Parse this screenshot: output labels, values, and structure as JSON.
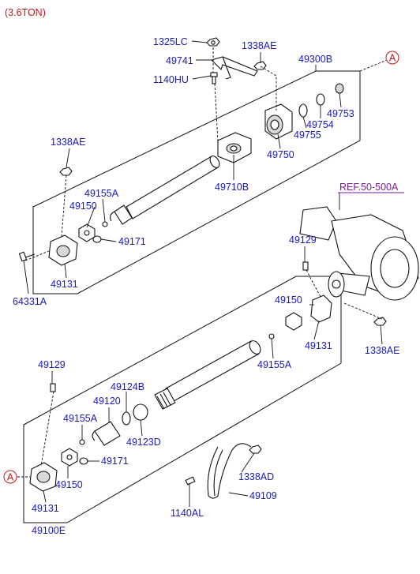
{
  "header": {
    "model_note": "(3.6TON)"
  },
  "reference": {
    "label": "REF.50-500A"
  },
  "connector": {
    "marker": "A"
  },
  "labels": {
    "p1325LC": "1325LC",
    "p49741": "49741",
    "p1140HU": "1140HU",
    "p1338AE_top": "1338AE",
    "p49300B": "49300B",
    "p49753": "49753",
    "p49754": "49754",
    "p49755": "49755",
    "p49750": "49750",
    "p1338AE_left": "1338AE",
    "p49710B": "49710B",
    "p49155A_top": "49155A",
    "p49150_top": "49150",
    "p49171_top": "49171",
    "p49131_top": "49131",
    "p64331A": "64331A",
    "p49129_right": "49129",
    "p49150_right": "49150",
    "p49131_right": "49131",
    "p1338AE_right": "1338AE",
    "p49155A_mid": "49155A",
    "p49129_left": "49129",
    "p49124B": "49124B",
    "p49120": "49120",
    "p49155A_low": "49155A",
    "p49123D": "49123D",
    "p49171_low": "49171",
    "p49150_low": "49150",
    "p49131_low": "49131",
    "p49100E": "49100E",
    "p1338AD": "1338AD",
    "p49109": "49109",
    "p1140AL": "1140AL"
  }
}
